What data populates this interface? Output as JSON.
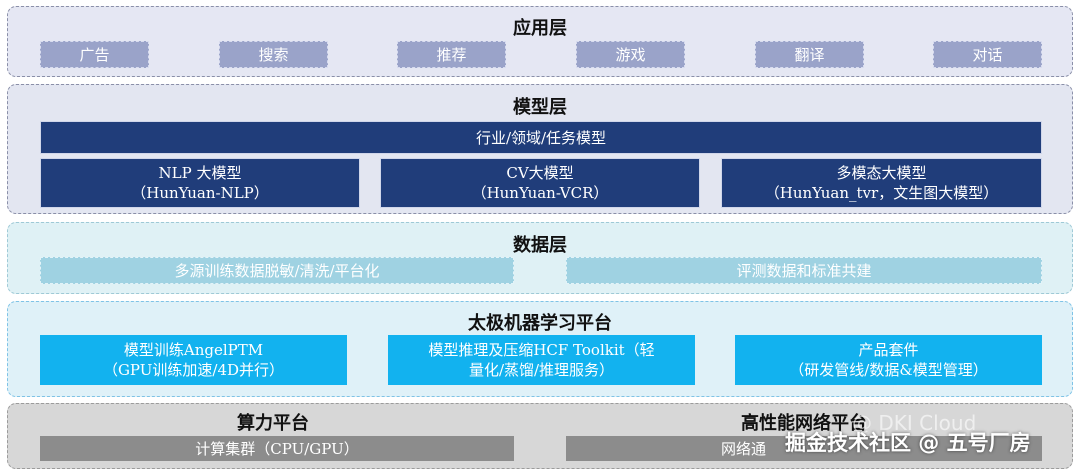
{
  "app_layer": {
    "title": "应用层",
    "items": [
      "广告",
      "搜索",
      "推荐",
      "游戏",
      "翻译",
      "对话"
    ]
  },
  "model_layer": {
    "title": "模型层",
    "industry": "行业/领域/任务模型",
    "models": [
      {
        "line1": "NLP 大模型",
        "line2": "（HunYuan-NLP）"
      },
      {
        "line1": "CV大模型",
        "line2": "（HunYuan-VCR）"
      },
      {
        "line1": "多模态大模型",
        "line2": "（HunYuan_tvr，文生图大模型）"
      }
    ]
  },
  "data_layer": {
    "title": "数据层",
    "items": [
      "多源训练数据脱敏/清洗/平台化",
      "评测数据和标准共建"
    ]
  },
  "platform_layer": {
    "title": "太极机器学习平台",
    "items": [
      {
        "line1": "模型训练AngelPTM",
        "line2": "（GPU训练加速/4D并行）"
      },
      {
        "line1": "模型推理及压缩HCF Toolkit（轻",
        "line2": "量化/蒸馏/推理服务）"
      },
      {
        "line1": "产品套件",
        "line2": "（研发管线/数据&模型管理）"
      }
    ]
  },
  "compute_layer": {
    "title_left": "算力平台",
    "title_right": "高性能网络平台",
    "left_item": "计算集群（CPU/GPU）",
    "right_item": "网络通"
  },
  "watermark": {
    "faint": "@ DKI Cloud",
    "main": "掘金技术社区 @ 五号厂房"
  }
}
